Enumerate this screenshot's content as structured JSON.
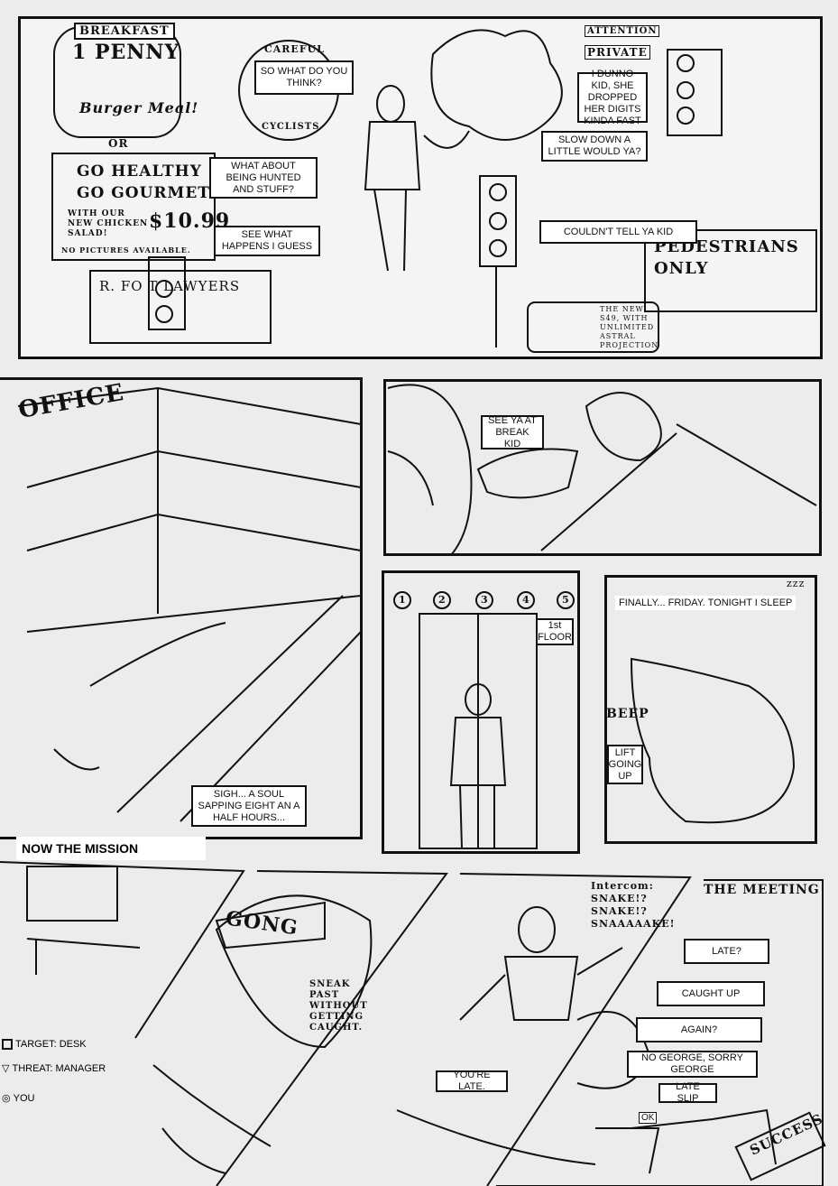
{
  "row1": {
    "bubbles": [
      "SO WHAT DO YOU THINK?",
      "WHAT ABOUT BEING HUNTED AND STUFF?",
      "SEE WHAT HAPPENS I GUESS",
      "I DUNNO KID, SHE DROPPED HER DIGITS KINDA FAST",
      "SLOW DOWN A LITTLE WOULD YA?",
      "COULDN'T TELL YA KID"
    ],
    "art_text": {
      "breakfast": "BREAKFAST",
      "penny": "1 PENNY",
      "burger": "Burger Meal!",
      "or": "OR",
      "go_healthy": "GO HEALTHY GO GOURMET",
      "salad": "WITH OUR NEW CHICKEN SALAD!",
      "price": "$10.99",
      "no_pictures": "NO PICTURES AVAILABLE.",
      "lawyers": "R. FO   T LAWYERS",
      "careful": "CAREFUL",
      "cyclists": "CYCLISTS",
      "attention": "ATTENTION",
      "private": "PRIVATE",
      "pedestrians": "PEDESTRIANS ONLY",
      "phone_ad": "THE NEW S49, WITH UNLIMITED ASTRAL PROJECTION"
    }
  },
  "row2": {
    "office_sign": "OFFICE",
    "sigh_bubble": "SIGH... A SOUL SAPPING EIGHT AN A HALF HOURS...",
    "break_bubble": "SEE YA AT BREAK KID",
    "elevator": {
      "floors": [
        "1",
        "2",
        "3",
        "4",
        "5"
      ],
      "current_floor": "1",
      "floor_bubble": "1st FLOOR"
    },
    "friday_text": "FINALLY... FRIDAY. TONIGHT I SLEEP",
    "zzz": "zzz",
    "beep": "BEEP",
    "lift_bubble": "LIFT GOING UP"
  },
  "caption": "NOW THE MISSION",
  "row3": {
    "legend": [
      {
        "icon": "square-target-icon",
        "label": "TARGET: DESK"
      },
      {
        "icon": "triangle-threat-icon",
        "label": "THREAT: MANAGER"
      },
      {
        "icon": "circle-you-icon",
        "label": "YOU"
      }
    ],
    "gong": "GONG",
    "sneak_text": "SNEAK PAST WITHOUT GETTING CAUGHT.",
    "intercom": "Intercom: SNAKE!? SNAKE!? SNAAAAAKE!",
    "late_bubble": "YOU'RE LATE.",
    "meeting_title": "THE MEETING",
    "meeting_bubbles": [
      "LATE?",
      "CAUGHT UP",
      "AGAIN?",
      "NO GEORGE, SORRY GEORGE",
      "LATE SLIP"
    ],
    "ok_label": "OK",
    "success": "SUCCESS"
  }
}
